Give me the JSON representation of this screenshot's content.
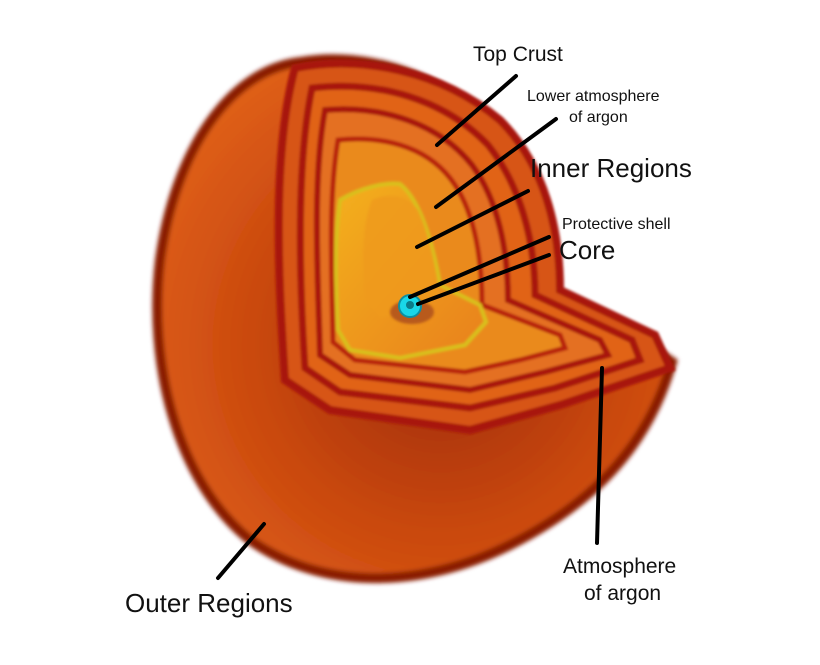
{
  "labels": {
    "top_crust": "Top Crust",
    "lower_atmosphere_line1": "Lower atmosphere",
    "lower_atmosphere_line2": "of argon",
    "inner_regions": "Inner Regions",
    "protective_shell": "Protective shell",
    "core": "Core",
    "atmosphere_line1": "Atmosphere",
    "atmosphere_line2": "of argon",
    "outer_regions": "Outer Regions"
  },
  "colors": {
    "outer_dark": "#b33a0c",
    "outer_mid": "#d4520f",
    "outer_light": "#e8661a",
    "band_red": "#a8120a",
    "band_orange": "#e0601a",
    "inner_light": "#f0941c",
    "inner_yellow": "#f7b21c",
    "core_cyan": "#19d7e8",
    "leader": "#000000"
  }
}
